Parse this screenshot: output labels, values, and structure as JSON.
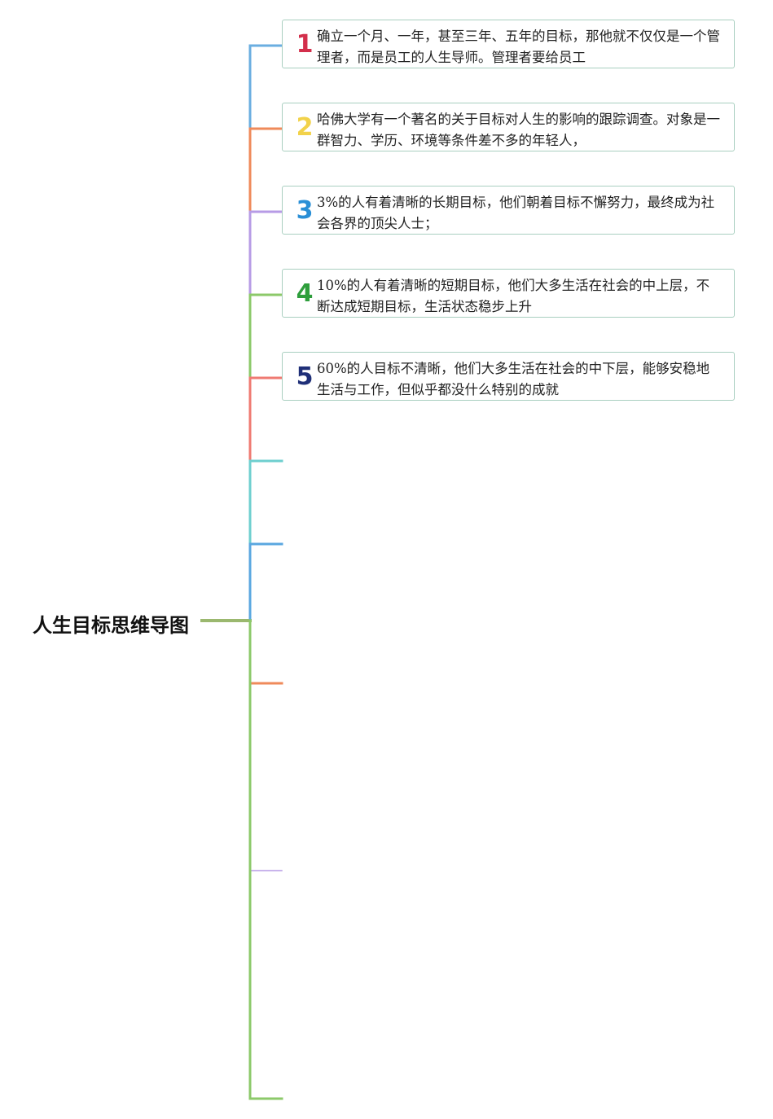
{
  "title": "人生目标思维导图",
  "topics": [
    {
      "number": "1",
      "text": "确立一个月、一年，甚至三年、五年的目标，那他就不仅仅是一个管理者，而是员工的人生导师。管理者要给员工",
      "color": "#d32f4b"
    },
    {
      "number": "2",
      "text": "哈佛大学有一个著名的关于目标对人生的影响的跟踪调查。对象是一群智力、学历、环境等条件差不多的年轻人，",
      "color": "#f2d24a"
    },
    {
      "number": "3",
      "text": "3%的人有着清晰的长期目标，他们朝着目标不懈努力，最终成为社会各界的顶尖人士；",
      "color": "#2a8fd6"
    },
    {
      "number": "4",
      "text": "10%的人有着清晰的短期目标，他们大多生活在社会的中上层，不断达成短期目标，生活状态稳步上升",
      "color": "#2e9e3c"
    },
    {
      "number": "5",
      "text": "60%的人目标不清晰，他们大多生活在社会的中下层，能够安稳地生活与工作，但似乎都没什么特别的成就",
      "color": "#1f2f78"
    }
  ],
  "branch_colors": [
    "#6aaee0",
    "#ef8a5a",
    "#b79be6",
    "#8cc96a",
    "#ef7a72",
    "#6ecfcf",
    "#5aa7e0",
    "#ef8a5a",
    "#b79be6",
    "#8cc96a"
  ],
  "root_line_color": "#9bb86f"
}
